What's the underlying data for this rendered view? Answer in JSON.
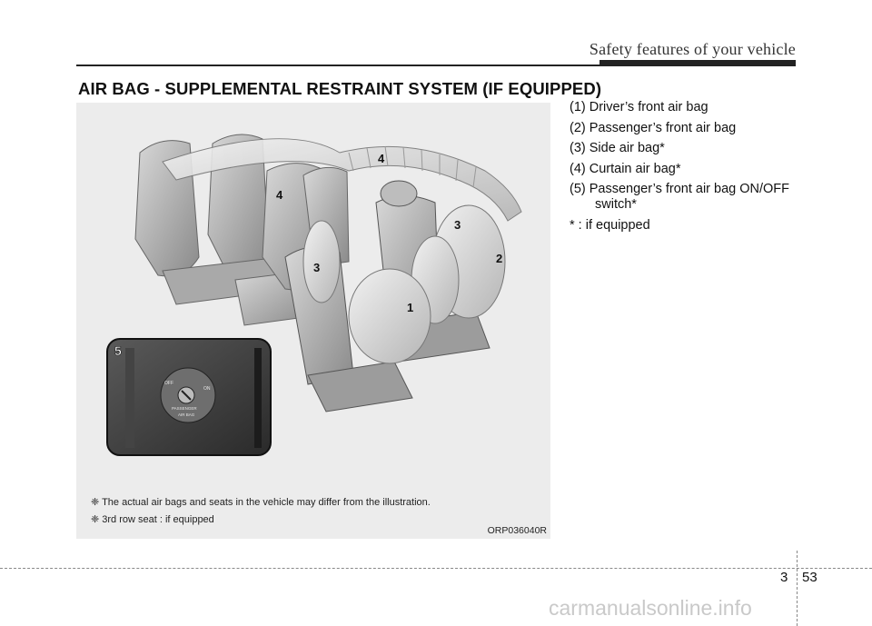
{
  "header": {
    "section_title": "Safety features of your vehicle"
  },
  "heading": "AIR BAG - SUPPLEMENTAL RESTRAINT SYSTEM (IF EQUIPPED)",
  "figure": {
    "callouts": [
      "4",
      "4",
      "3",
      "3",
      "2",
      "1",
      "5"
    ],
    "switch_labels": {
      "off": "OFF",
      "on": "ON",
      "line1": "PASSENGER",
      "line2": "AIR BAG"
    },
    "notes": [
      "❈ The actual air bags and seats in the vehicle may differ from the illustration.",
      "❈ 3rd row seat : if equipped"
    ],
    "code": "ORP036040R"
  },
  "legend": [
    "(1) Driver’s front air bag",
    "(2) Passenger’s front air bag",
    "(3) Side air bag*",
    "(4) Curtain air bag*",
    "(5) Passenger’s front air bag ON/OFF",
    "switch*",
    "* : if equipped"
  ],
  "footer": {
    "chapter": "3",
    "page": "53"
  },
  "watermark": "carmanualsonline.info"
}
